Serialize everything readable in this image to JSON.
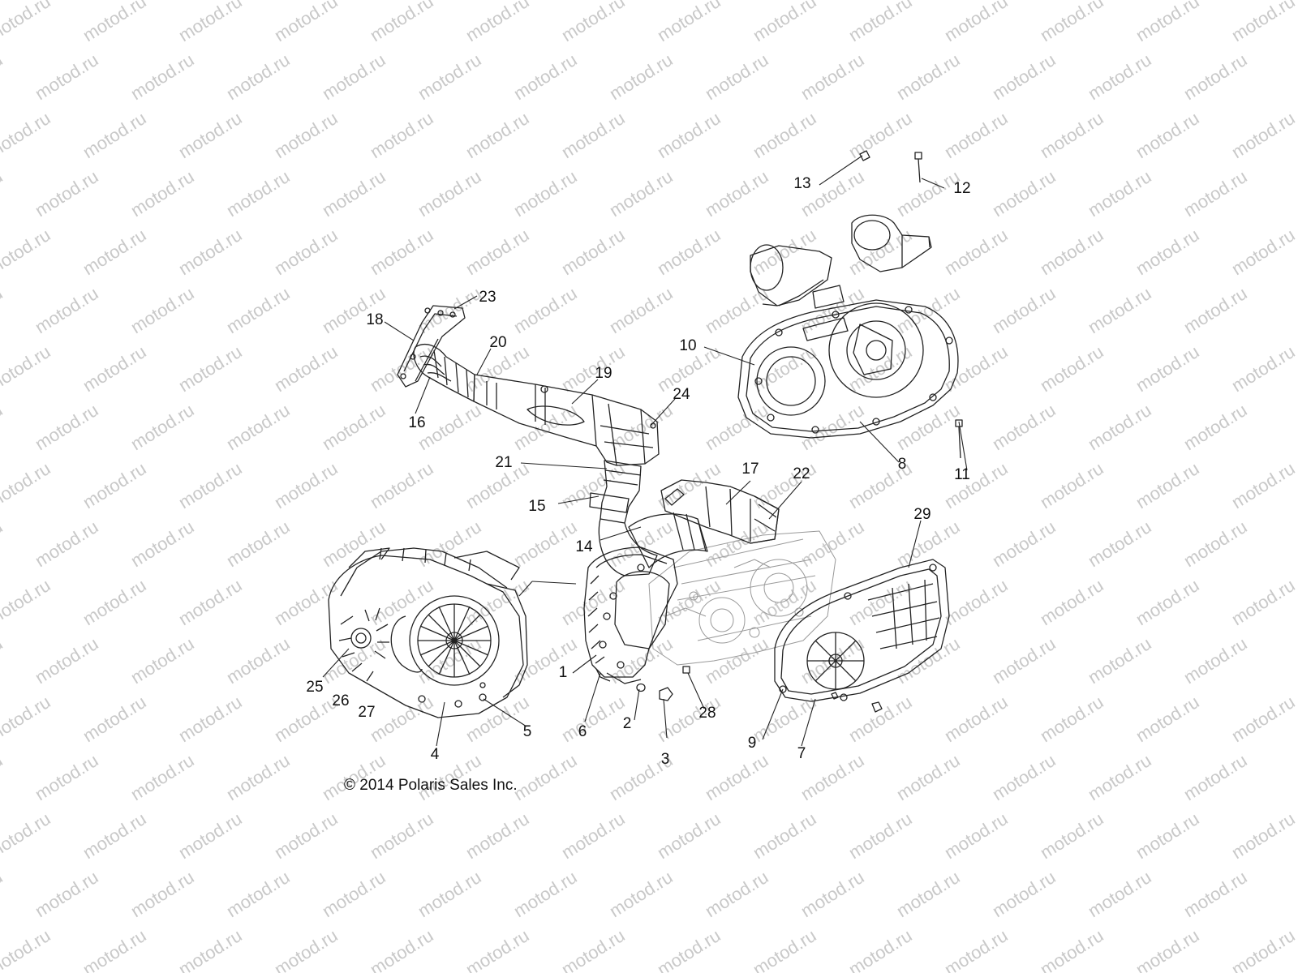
{
  "watermark": "motod.ru",
  "copyright": "© 2014 Polaris Sales Inc.",
  "callouts": [
    "1",
    "2",
    "3",
    "4",
    "5",
    "6",
    "7",
    "8",
    "9",
    "10",
    "11",
    "12",
    "13",
    "14",
    "15",
    "16",
    "17",
    "18",
    "19",
    "20",
    "21",
    "22",
    "23",
    "24",
    "25",
    "26",
    "27",
    "28",
    "29"
  ],
  "colors": {
    "line": "#222222",
    "label": "#111111",
    "watermark": "#c9c9c9",
    "ghost": "#9a9a9a"
  }
}
